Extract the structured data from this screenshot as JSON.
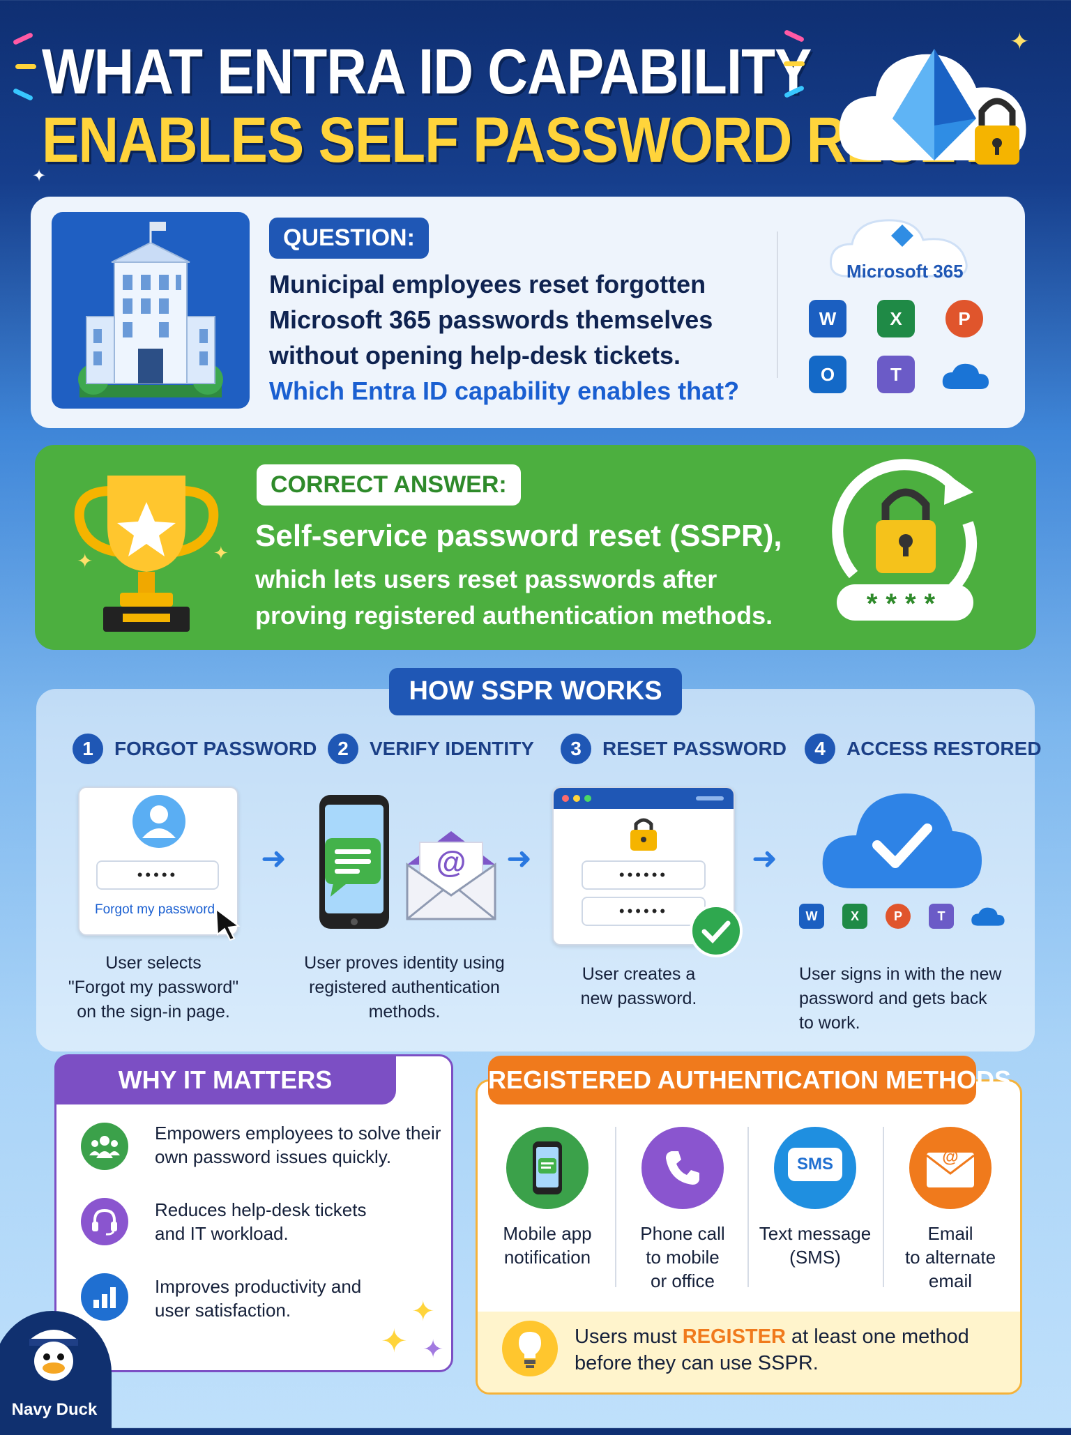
{
  "header": {
    "title_line1": "WHAT ENTRA ID CAPABILITY",
    "title_line2": "ENABLES SELF PASSWORD RESET?"
  },
  "question": {
    "label": "QUESTION:",
    "text_line1": "Municipal employees reset forgotten",
    "text_line2": "Microsoft 365 passwords themselves",
    "text_line3": "without opening help-desk tickets.",
    "highlight": "Which Entra ID capability enables that?",
    "m365_label": "Microsoft 365",
    "apps": [
      "W",
      "X",
      "P",
      "O",
      "T",
      ""
    ]
  },
  "answer": {
    "label": "CORRECT ANSWER:",
    "line1": "Self-service password reset (SSPR),",
    "line2": "which lets users reset passwords after",
    "line3": "proving registered authentication methods.",
    "password_mask": "****"
  },
  "how": {
    "title": "HOW SSPR WORKS",
    "steps": [
      {
        "num": "1",
        "title": "FORGOT PASSWORD",
        "desc1": "User selects",
        "desc2": "\"Forgot my password\"",
        "desc3": "on the sign-in page."
      },
      {
        "num": "2",
        "title": "VERIFY IDENTITY",
        "desc1": "User proves identity using",
        "desc2": "registered authentication",
        "desc3": "methods."
      },
      {
        "num": "3",
        "title": "RESET PASSWORD",
        "desc1": "User creates a",
        "desc2": "new password.",
        "desc3": ""
      },
      {
        "num": "4",
        "title": "ACCESS RESTORED",
        "desc1": "User signs in with the new",
        "desc2": "password and gets back",
        "desc3": "to work."
      }
    ],
    "mask_short": "•••••",
    "mask_long": "••••••",
    "forgot_link": "Forgot my password",
    "email_symbol": "@",
    "mini_apps": [
      "W",
      "X",
      "P",
      "T",
      ""
    ]
  },
  "why": {
    "title": "WHY IT MATTERS",
    "items": [
      {
        "line1": "Empowers employees to solve their",
        "line2": "own password issues quickly."
      },
      {
        "line1": "Reduces help-desk tickets",
        "line2": "and IT workload."
      },
      {
        "line1": "Improves productivity and",
        "line2": "user satisfaction."
      }
    ]
  },
  "methods": {
    "title": "REGISTERED AUTHENTICATION METHODS",
    "items": [
      {
        "line1": "Mobile app",
        "line2": "notification",
        "line3": ""
      },
      {
        "line1": "Phone call",
        "line2": "to mobile",
        "line3": "or office"
      },
      {
        "line1": "Text message",
        "line2": "(SMS)",
        "line3": ""
      },
      {
        "line1": "Email",
        "line2": "to alternate",
        "line3": "email"
      }
    ],
    "sms_text": "SMS",
    "email_symbol": "@",
    "note_before": "Users must ",
    "note_highlight": "REGISTER",
    "note_after": " at least one method",
    "note_line2": "before they can use SSPR."
  },
  "brand": {
    "name": "Navy Duck"
  },
  "colors": {
    "navy": "#0f2f72",
    "yellow": "#ffd43b",
    "green": "#4caf3f",
    "blue": "#1f57b5",
    "purple": "#7c4fc4",
    "orange": "#f07a1c"
  }
}
